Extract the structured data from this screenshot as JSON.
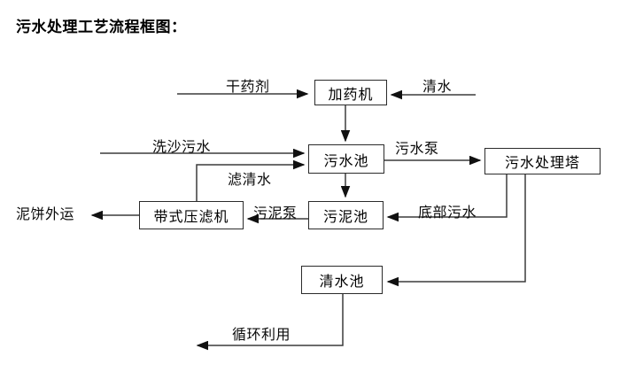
{
  "title": "污水处理工艺流程框图：",
  "nodes": {
    "dosing_machine": "加药机",
    "sewage_pool": "污水池",
    "treatment_tower": "污水处理塔",
    "sludge_pool": "污泥池",
    "belt_filter_press": "带式压滤机",
    "clean_water_pool": "清水池"
  },
  "edge_labels": {
    "dry_agent": "干药剂",
    "clean_water_in": "清水",
    "sand_washing_sewage": "洗沙污水",
    "filtered_water": "滤清水",
    "sewage_pump": "污水泵",
    "bottom_sewage": "底部污水",
    "sludge_pump": "污泥泵",
    "mud_cake_out": "泥饼外运",
    "recycle": "循环利用"
  },
  "colors": {
    "line": "#3c3c3c",
    "arrowhead": "#111111",
    "box_border": "#2b2b2b",
    "text": "#000000",
    "background": "#ffffff"
  }
}
